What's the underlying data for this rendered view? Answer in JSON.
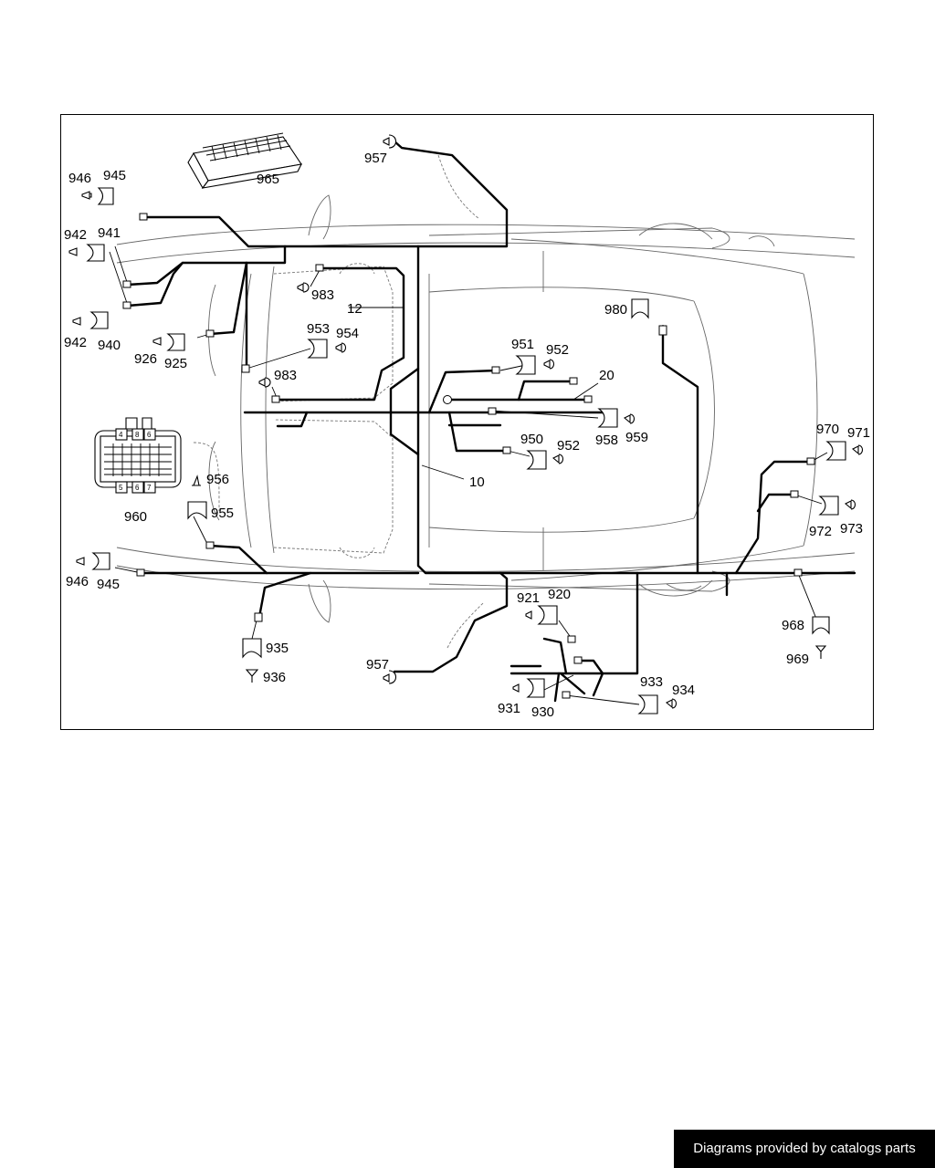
{
  "callouts": {
    "c946a": "946",
    "c945a": "945",
    "c965": "965",
    "c957a": "957",
    "c942a": "942",
    "c941": "941",
    "c942b": "942",
    "c940": "940",
    "c926": "926",
    "c925": "925",
    "c983a": "983",
    "c12": "12",
    "c953": "953",
    "c954": "954",
    "c983b": "983",
    "c980": "980",
    "c951": "951",
    "c952a": "952",
    "c20": "20",
    "c958": "958",
    "c959": "959",
    "c950": "950",
    "c952b": "952",
    "c10": "10",
    "c956": "956",
    "c955": "955",
    "c960": "960",
    "c970": "970",
    "c971": "971",
    "c972": "972",
    "c973": "973",
    "c946b": "946",
    "c945b": "945",
    "c921": "921",
    "c920": "920",
    "c968": "968",
    "c969": "969",
    "c935": "935",
    "c936": "936",
    "c957b": "957",
    "c933": "933",
    "c934": "934",
    "c931": "931",
    "c930": "930"
  },
  "fusebox_digits": [
    "4",
    "8",
    "6",
    "5",
    "6",
    "7"
  ],
  "footer": {
    "credit": "Diagrams provided by catalogs parts"
  },
  "colors": {
    "harness": "#000000",
    "body_outline": "#666666",
    "credit_bg": "#000000"
  }
}
